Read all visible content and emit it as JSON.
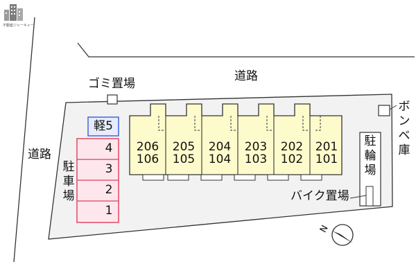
{
  "logo": {
    "caption": "不動産ジャーキャー"
  },
  "labels": {
    "road_top": "道路",
    "road_left": "道路",
    "garbage": "ゴミ置場",
    "parking_vertical": [
      "駐",
      "車",
      "場"
    ],
    "bike_parking_vertical": [
      "駐",
      "輪",
      "場"
    ],
    "bike_storage": "バイク置場",
    "cylinder_vertical": [
      "ボ",
      "ン",
      "ベ",
      "庫"
    ],
    "north": "N"
  },
  "parking": {
    "kei_label": "軽5",
    "spaces": [
      "4",
      "3",
      "2",
      "1"
    ]
  },
  "units": [
    {
      "upper": "206",
      "lower": "106"
    },
    {
      "upper": "205",
      "lower": "105"
    },
    {
      "upper": "204",
      "lower": "104"
    },
    {
      "upper": "203",
      "lower": "103"
    },
    {
      "upper": "202",
      "lower": "102"
    },
    {
      "upper": "201",
      "lower": "101"
    }
  ],
  "colors": {
    "site_fill": "#f2f2f2",
    "building_fill": "#fdfbcc",
    "parking_border": "#e23c5a",
    "parking_fill": "#fde7ec",
    "kei_border": "#3a5bd6",
    "kei_fill": "#e6ecfd",
    "line": "#333333"
  }
}
